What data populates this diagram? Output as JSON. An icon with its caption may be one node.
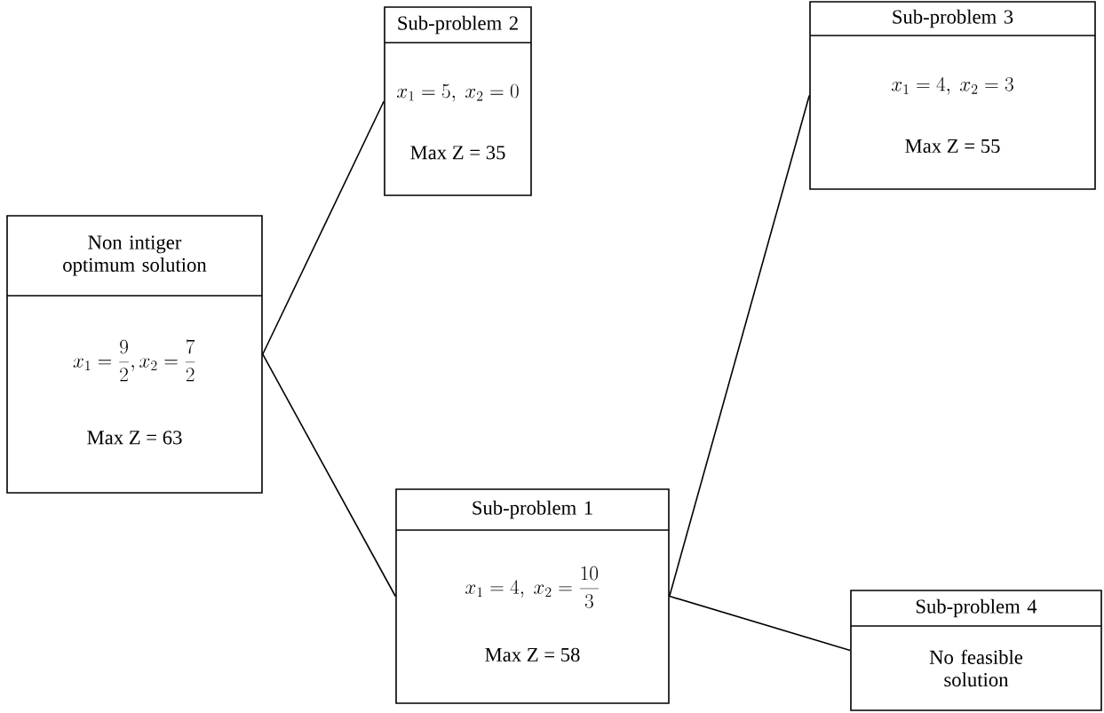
{
  "diagram": {
    "nodes": [
      {
        "text": [
          "Non intiger optimum solution",
          "x_1 = \\frac{9}{2}, x_2 = \\frac{7}{2}",
          "Max Z = 63"
        ]
      },
      {
        "text": [
          "Sub-problem 2",
          "x_1 = 5,\\ x_2 = 0",
          "Max Z = 35"
        ]
      },
      {
        "text": [
          "Sub-problem 3",
          "x_1 = 4,\\ x_2 = 3",
          "Max Z = 55"
        ]
      },
      {
        "text": [
          "Sub-problem 1",
          "x_1 = 4,\\ x_2 = \\frac{10}{3}",
          "Max Z = 58"
        ]
      },
      {
        "text": [
          "Sub-problem 4",
          "No feasible solution"
        ]
      }
    ],
    "edges": [
      {
        "from": 0,
        "to": 1,
        "arrow": "none"
      },
      {
        "from": 0,
        "to": 3,
        "arrow": "none"
      },
      {
        "from": 3,
        "to": 2,
        "arrow": "none"
      },
      {
        "from": 3,
        "to": 4,
        "arrow": "none"
      }
    ]
  }
}
